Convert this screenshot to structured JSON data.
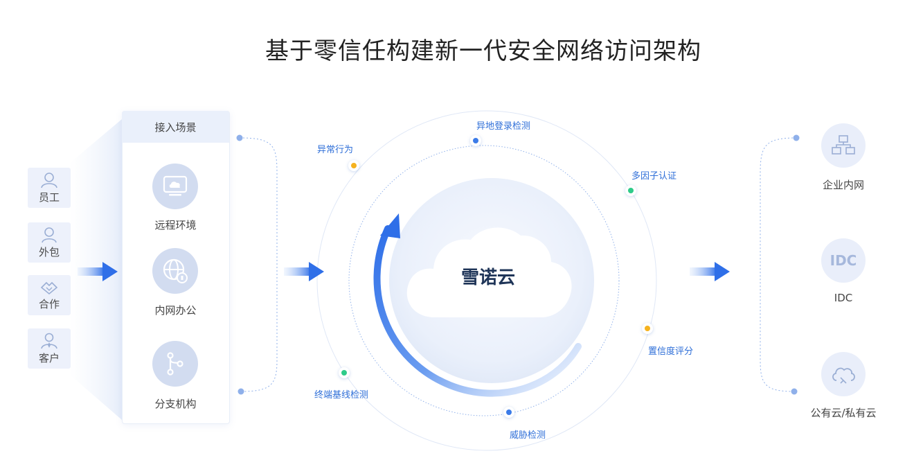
{
  "title": "基于零信任构建新一代安全网络访问架构",
  "users": [
    {
      "label": "员工",
      "icon": "person-icon"
    },
    {
      "label": "外包",
      "icon": "person-outline-icon"
    },
    {
      "label": "合作",
      "icon": "handshake-icon"
    },
    {
      "label": "客户",
      "icon": "customer-icon"
    }
  ],
  "scenes": {
    "header": "接入场景",
    "items": [
      {
        "label": "远程环境",
        "icon": "remote-desktop-icon"
      },
      {
        "label": "内网办公",
        "icon": "globe-lock-icon"
      },
      {
        "label": "分支机构",
        "icon": "branch-icon"
      }
    ]
  },
  "center": {
    "label": "雪诺云",
    "icon": "cloud-icon"
  },
  "checks": [
    {
      "label": "异地登录检测",
      "color": "#3b7be8"
    },
    {
      "label": "多因子认证",
      "color": "#2ecb8a"
    },
    {
      "label": "置信度评分",
      "color": "#f5b21f"
    },
    {
      "label": "威胁检测",
      "color": "#3b7be8"
    },
    {
      "label": "终端基线检测",
      "color": "#2ecb8a"
    },
    {
      "label": "异常行为",
      "color": "#f5b21f"
    }
  ],
  "destinations": [
    {
      "label": "企业内网",
      "icon": "network-icon"
    },
    {
      "label": "IDC",
      "icon": "idc-icon"
    },
    {
      "label": "公有云/私有云",
      "icon": "cloud-sync-icon"
    }
  ],
  "colors": {
    "accent": "#3b7be8",
    "tile": "#edf1fb",
    "text": "#444444"
  }
}
